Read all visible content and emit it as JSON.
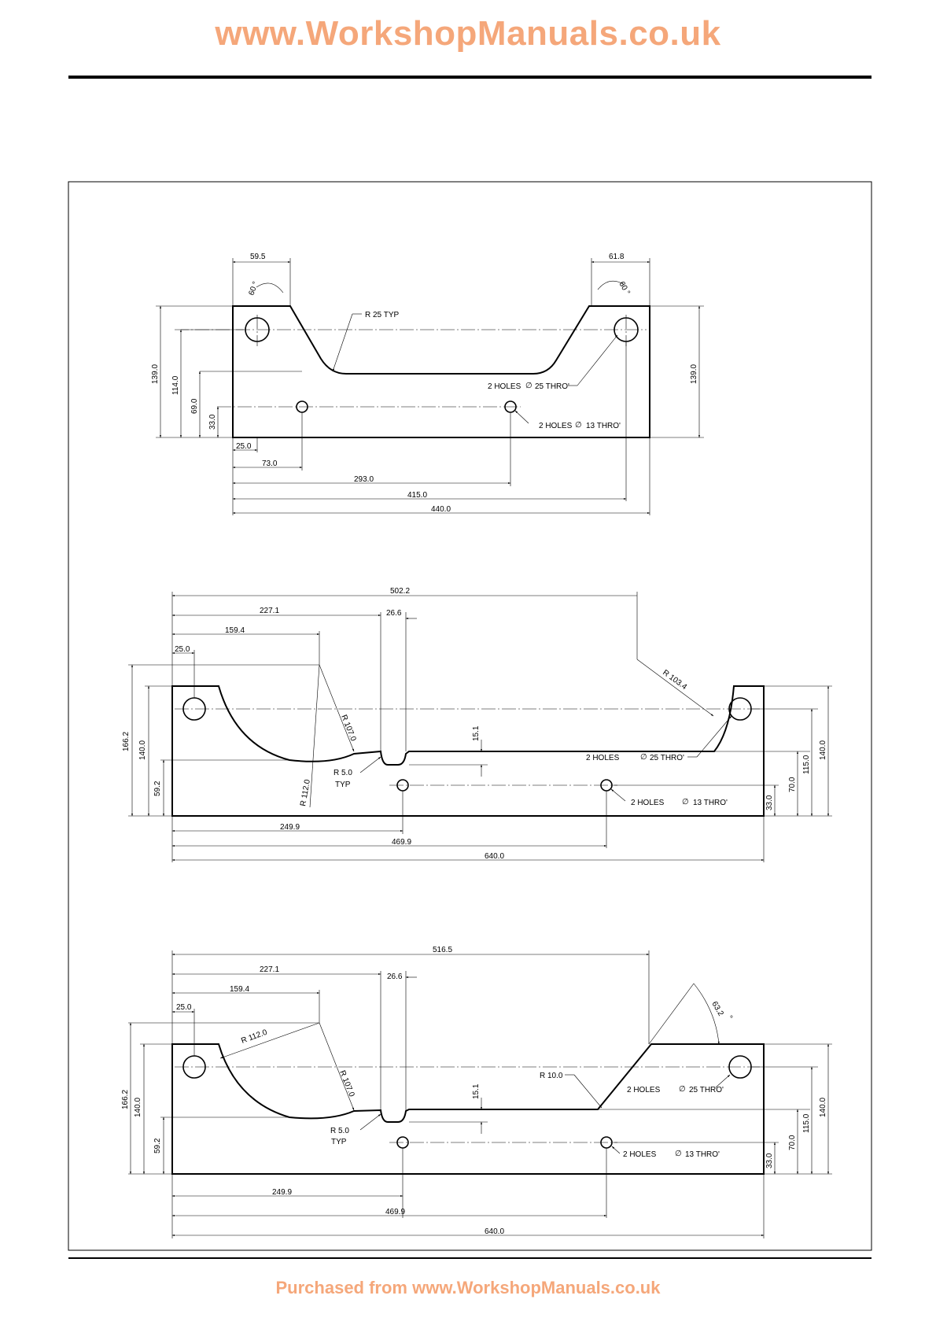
{
  "header": {
    "site_url": "www.WorkshopManuals.co.uk"
  },
  "footer": {
    "purchase_text": "Purchased from www.WorkshopManuals.co.uk"
  },
  "drawing1": {
    "top_left_width": "59.5",
    "top_right_width": "61.8",
    "left_angle": "60 °",
    "right_angle": "60 °",
    "radius_note": "R  25   TYP",
    "large_holes_count": "2 HOLES",
    "large_holes_spec": "25 THRO'",
    "small_holes_count": "2 HOLES",
    "small_holes_spec": "13 THRO'",
    "height_left": "139.0",
    "height_right": "139.0",
    "dim_114": "114.0",
    "dim_69": "69.0",
    "dim_33": "33.0",
    "dim_25": "25.0",
    "dim_73": "73.0",
    "dim_293": "293.0",
    "dim_415": "415.0",
    "dim_440": "440.0"
  },
  "drawing2": {
    "dim_502": "502.2",
    "dim_227": "227.1",
    "dim_26_6": "26.6",
    "dim_159": "159.4",
    "dim_25": "25.0",
    "radius_103": "R  103.4",
    "radius_107": "R  107.0",
    "radius_112": "R  112.0",
    "radius_5": "R  5.0",
    "typ": "TYP",
    "dim_15": "15.1",
    "large_holes_count": "2 HOLES",
    "large_holes_spec": "25 THRO'",
    "small_holes_count": "2 HOLES",
    "small_holes_spec": "13 THRO'",
    "dim_166": "166.2",
    "dim_140_left": "140.0",
    "dim_59": "59.2",
    "dim_33": "33.0",
    "dim_70": "70.0",
    "dim_115": "115.0",
    "dim_140_right": "140.0",
    "dim_249": "249.9",
    "dim_469": "469.9",
    "dim_640": "640.0"
  },
  "drawing3": {
    "dim_516": "516.5",
    "dim_227": "227.1",
    "dim_26_6": "26.6",
    "dim_159": "159.4",
    "dim_25": "25.0",
    "angle_63": "63.2",
    "angle_unit": "°",
    "radius_112": "R  112.0",
    "radius_107": "R  107.0",
    "radius_10": "R  10.0",
    "radius_5": "R  5.0",
    "typ": "TYP",
    "dim_15": "15.1",
    "large_holes_count": "2 HOLES",
    "large_holes_spec": "25 THRO'",
    "small_holes_count": "2 HOLES",
    "small_holes_spec": "13 THRO'",
    "dim_166": "166.2",
    "dim_140_left": "140.0",
    "dim_59": "59.2",
    "dim_33": "33.0",
    "dim_70": "70.0",
    "dim_115": "115.0",
    "dim_140_right": "140.0",
    "dim_249": "249.9",
    "dim_469": "469.9",
    "dim_640": "640.0"
  }
}
